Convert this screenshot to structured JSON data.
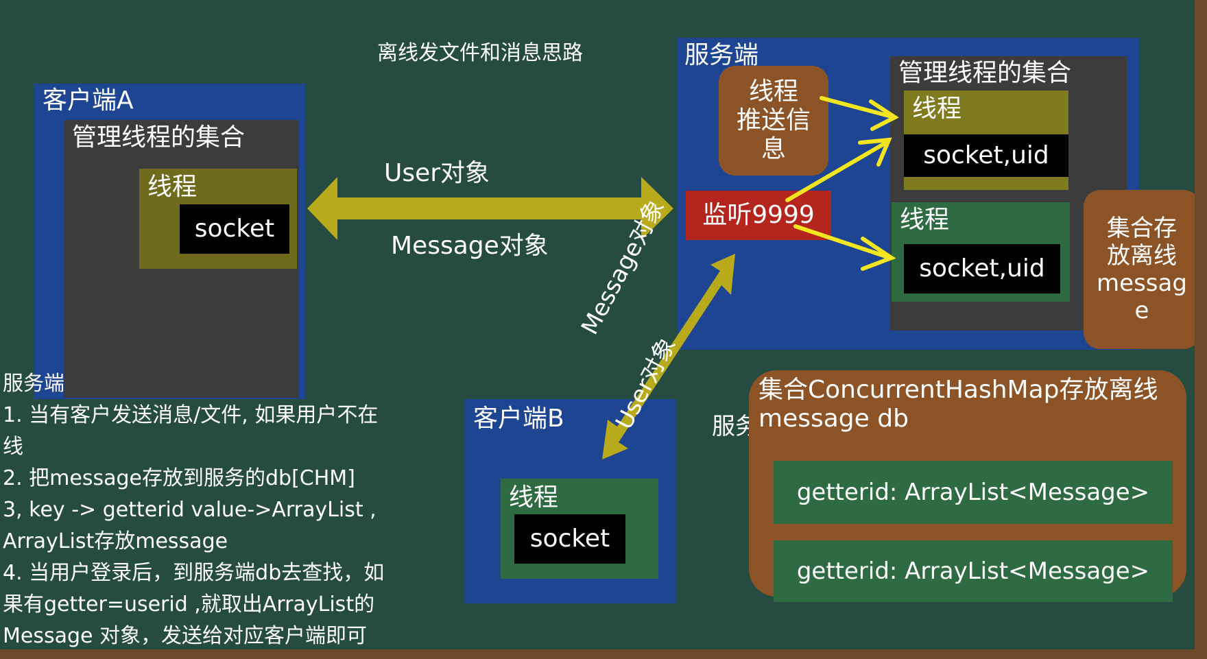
{
  "title": "离线发文件和消息思路",
  "client_a": {
    "label": "客户端A",
    "collection_label": "管理线程的集合",
    "thread_label": "线程",
    "socket_label": "socket"
  },
  "arrow_top": {
    "label_top": "User对象",
    "label_bottom": "Message对象"
  },
  "server": {
    "label": "服务端",
    "push_thread_label": "线程\n推送信\n息",
    "listen_label": "监听9999",
    "collection_label": "管理线程的集合",
    "thread1": {
      "label": "线程",
      "socket_label": "socket,uid"
    },
    "thread2": {
      "label": "线程",
      "socket_label": "socket,uid"
    },
    "offline_set_label": "集合存\n放离线\nmessag\ne"
  },
  "diag_arrow": {
    "label_1": "Message对象",
    "label_2": "User对象"
  },
  "client_b": {
    "label": "客户端B",
    "thread_label": "线程",
    "socket_label": "socket"
  },
  "db_box": {
    "partial_label": "服务",
    "title": "集合ConcurrentHashMap存放离线message db",
    "rows": [
      "getterid: ArrayList<Message>",
      "getterid: ArrayList<Message>"
    ]
  },
  "notes": {
    "lines": [
      "服务端",
      "1. 当有客户发送消息/文件, 如果用户不在",
      "线",
      "2. 把message存放到服务的db[CHM]",
      "3, key -> getterid value->ArrayList ,",
      "ArrayList存放message",
      "4. 当用户登录后，到服务端db去查找，如",
      "果有getter=userid ,就取出ArrayList的",
      "Message 对象，发送给对应客户端即可"
    ]
  },
  "colors": {
    "board": "#264b40",
    "blue_panel": "#1d4591",
    "arrow_olive": "#b8aa1a",
    "arrow_yellow": "#f3e61f",
    "brown": "#8b5326",
    "green": "#2e6b43",
    "red": "#b4261d"
  }
}
